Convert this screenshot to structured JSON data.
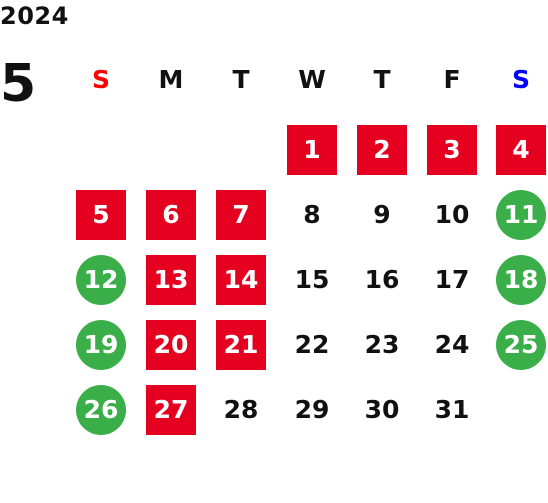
{
  "calendar": {
    "year": "2024",
    "month": "5",
    "weekday_headers": [
      "S",
      "M",
      "T",
      "W",
      "T",
      "F",
      "S"
    ],
    "colors": {
      "sunday_header": "#ff0000",
      "saturday_header": "#0000ff",
      "weekday_header": "#111111",
      "red_box": "#e60020",
      "green_circle": "#3aae49"
    },
    "days": [
      {
        "day": "1",
        "weekday": 3,
        "week": 0,
        "style": "red"
      },
      {
        "day": "2",
        "weekday": 4,
        "week": 0,
        "style": "red"
      },
      {
        "day": "3",
        "weekday": 5,
        "week": 0,
        "style": "red"
      },
      {
        "day": "4",
        "weekday": 6,
        "week": 0,
        "style": "red"
      },
      {
        "day": "5",
        "weekday": 0,
        "week": 1,
        "style": "red"
      },
      {
        "day": "6",
        "weekday": 1,
        "week": 1,
        "style": "red"
      },
      {
        "day": "7",
        "weekday": 2,
        "week": 1,
        "style": "red"
      },
      {
        "day": "8",
        "weekday": 3,
        "week": 1,
        "style": "plain"
      },
      {
        "day": "9",
        "weekday": 4,
        "week": 1,
        "style": "plain"
      },
      {
        "day": "10",
        "weekday": 5,
        "week": 1,
        "style": "plain"
      },
      {
        "day": "11",
        "weekday": 6,
        "week": 1,
        "style": "green"
      },
      {
        "day": "12",
        "weekday": 0,
        "week": 2,
        "style": "green"
      },
      {
        "day": "13",
        "weekday": 1,
        "week": 2,
        "style": "red"
      },
      {
        "day": "14",
        "weekday": 2,
        "week": 2,
        "style": "red"
      },
      {
        "day": "15",
        "weekday": 3,
        "week": 2,
        "style": "plain"
      },
      {
        "day": "16",
        "weekday": 4,
        "week": 2,
        "style": "plain"
      },
      {
        "day": "17",
        "weekday": 5,
        "week": 2,
        "style": "plain"
      },
      {
        "day": "18",
        "weekday": 6,
        "week": 2,
        "style": "green"
      },
      {
        "day": "19",
        "weekday": 0,
        "week": 3,
        "style": "green"
      },
      {
        "day": "20",
        "weekday": 1,
        "week": 3,
        "style": "red"
      },
      {
        "day": "21",
        "weekday": 2,
        "week": 3,
        "style": "red"
      },
      {
        "day": "22",
        "weekday": 3,
        "week": 3,
        "style": "plain"
      },
      {
        "day": "23",
        "weekday": 4,
        "week": 3,
        "style": "plain"
      },
      {
        "day": "24",
        "weekday": 5,
        "week": 3,
        "style": "plain"
      },
      {
        "day": "25",
        "weekday": 6,
        "week": 3,
        "style": "green"
      },
      {
        "day": "26",
        "weekday": 0,
        "week": 4,
        "style": "green"
      },
      {
        "day": "27",
        "weekday": 1,
        "week": 4,
        "style": "red"
      },
      {
        "day": "28",
        "weekday": 2,
        "week": 4,
        "style": "plain"
      },
      {
        "day": "29",
        "weekday": 3,
        "week": 4,
        "style": "plain"
      },
      {
        "day": "30",
        "weekday": 4,
        "week": 4,
        "style": "plain"
      },
      {
        "day": "31",
        "weekday": 5,
        "week": 4,
        "style": "plain"
      }
    ]
  }
}
